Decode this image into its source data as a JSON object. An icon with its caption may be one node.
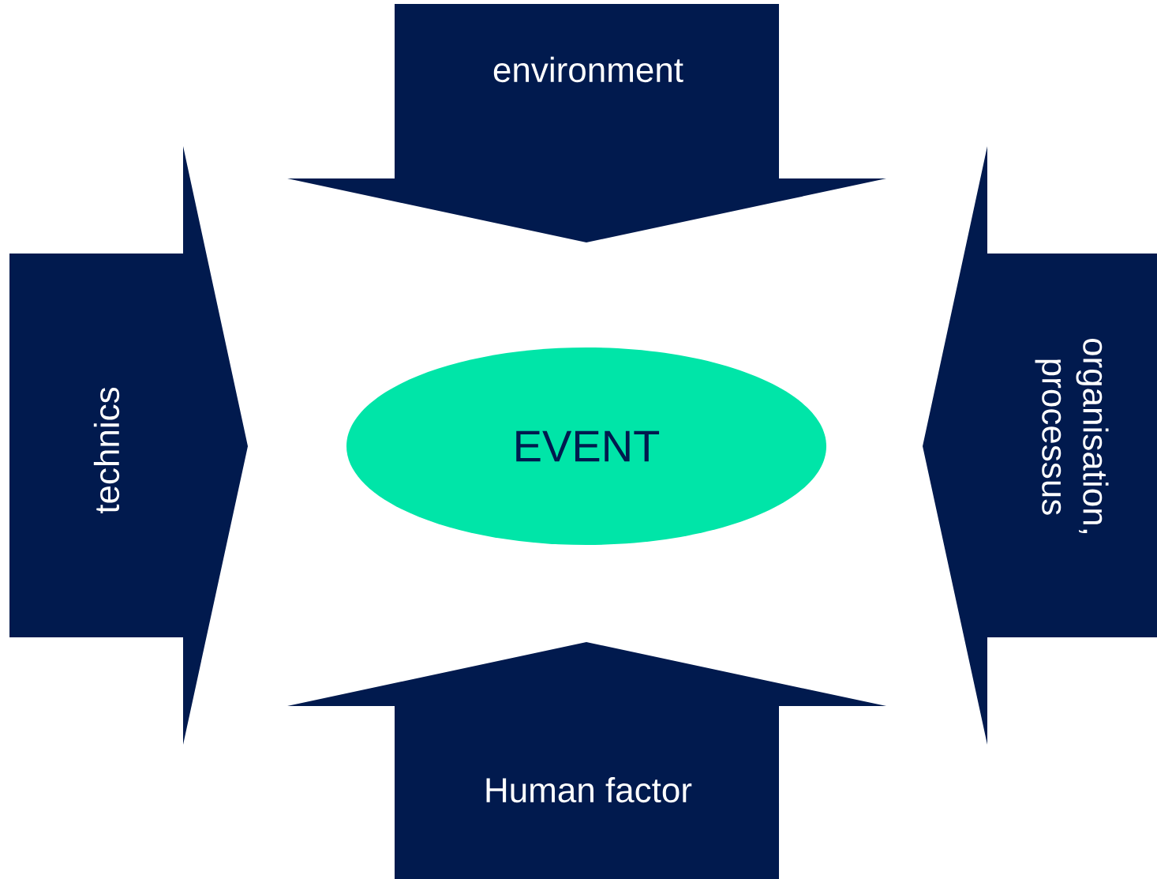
{
  "diagram": {
    "nodes": [
      {
        "text": [
          "environment"
        ]
      },
      {
        "text": [
          "technics"
        ]
      },
      {
        "text": [
          "EVENT"
        ]
      },
      {
        "text": [
          "organisation, processus"
        ]
      },
      {
        "text": [
          "Human factor"
        ]
      }
    ]
  }
}
